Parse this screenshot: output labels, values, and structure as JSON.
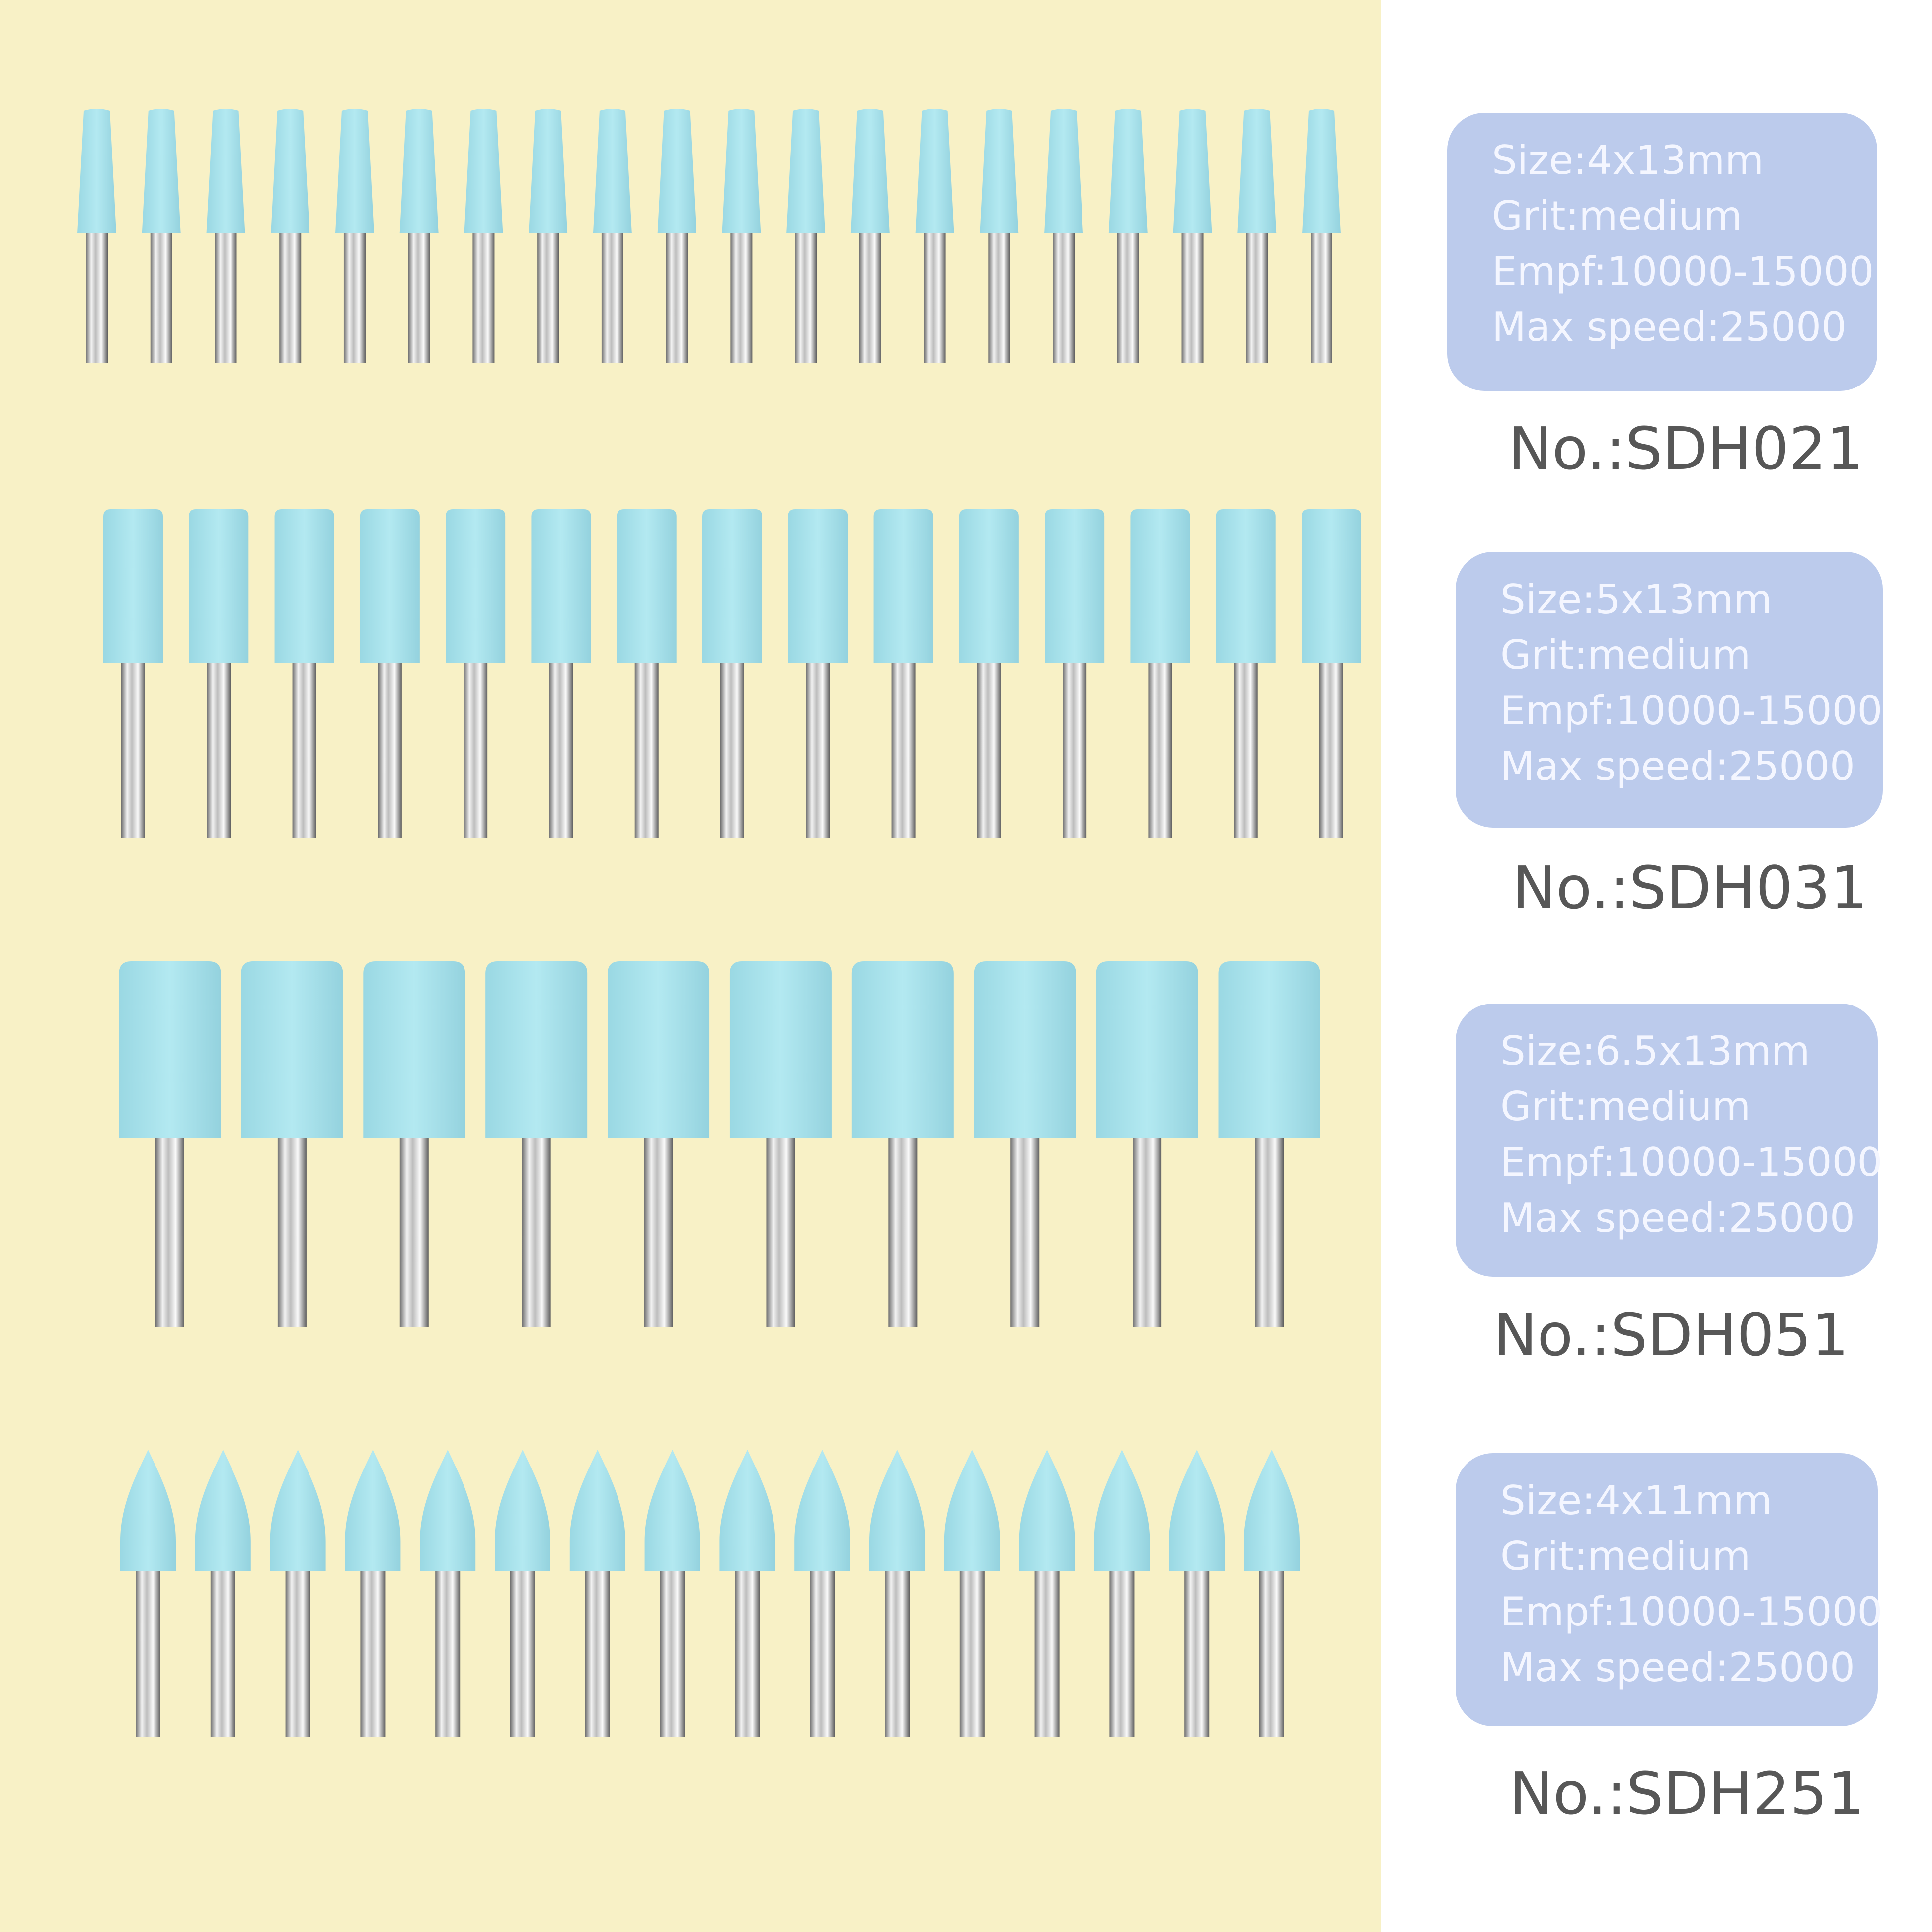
{
  "colors": {
    "left_background": "#f8f1c6",
    "right_background": "#ffffff",
    "card_background": "#bccbec",
    "card_text": "#f4f6ff",
    "model_text": "#575757",
    "stone_color": "#a6e2ec",
    "shank_color": "#c9c9c9"
  },
  "bur_rows": [
    {
      "shape": "tapered-cone",
      "count": 20
    },
    {
      "shape": "cylinder",
      "count": 15
    },
    {
      "shape": "wide-cylinder",
      "count": 10
    },
    {
      "shape": "bullet-flame",
      "count": 16
    }
  ],
  "products": [
    {
      "size": "Size:4x13mm",
      "grit": "Grit:medium",
      "empf": "Empf:10000-15000",
      "max_speed": "Max speed:25000",
      "model": "No.:SDH021"
    },
    {
      "size": "Size:5x13mm",
      "grit": "Grit:medium",
      "empf": "Empf:10000-15000",
      "max_speed": "Max speed:25000",
      "model": "No.:SDH031"
    },
    {
      "size": "Size:6.5x13mm",
      "grit": "Grit:medium",
      "empf": "Empf:10000-15000",
      "max_speed": "Max speed:25000",
      "model": "No.:SDH051"
    },
    {
      "size": "Size:4x11mm",
      "grit": "Grit:medium",
      "empf": "Empf:10000-15000",
      "max_speed": "Max speed:25000",
      "model": "No.:SDH251"
    }
  ]
}
